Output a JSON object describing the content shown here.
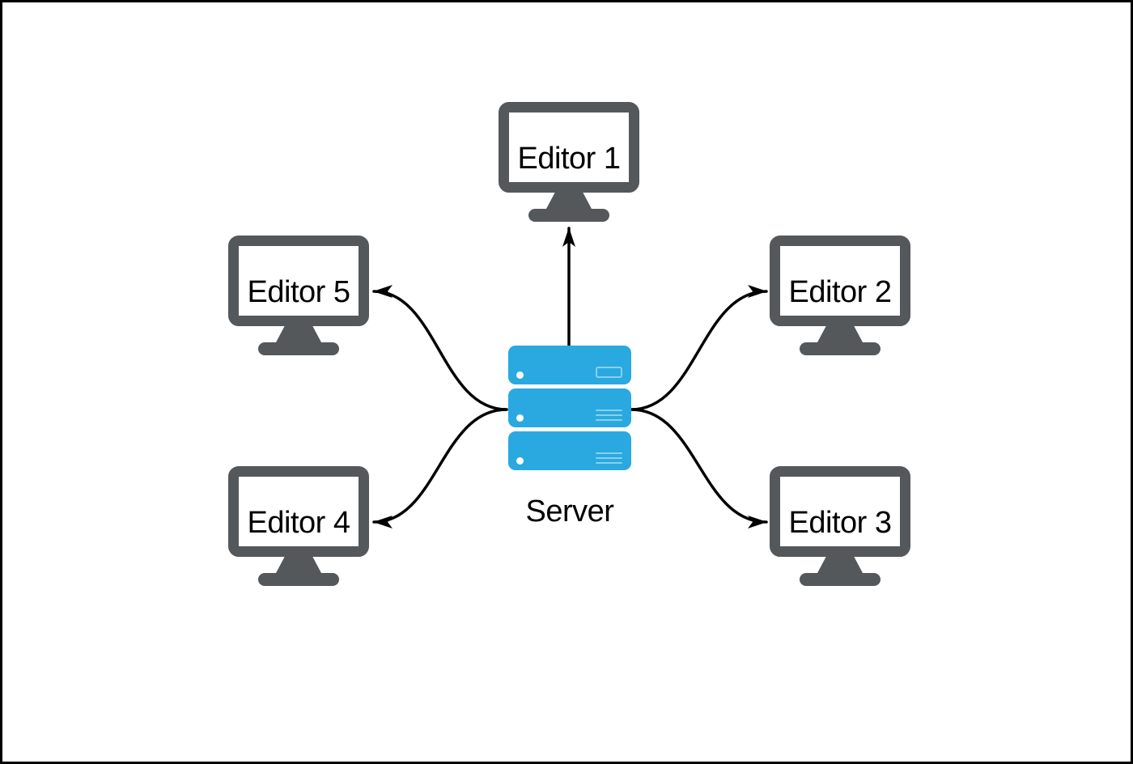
{
  "canvas": {
    "background": "#ffffff",
    "border_color": "#000000"
  },
  "nodes": {
    "editor1": {
      "label": "Editor 1",
      "type": "monitor"
    },
    "editor2": {
      "label": "Editor 2",
      "type": "monitor"
    },
    "editor3": {
      "label": "Editor 3",
      "type": "monitor"
    },
    "editor4": {
      "label": "Editor 4",
      "type": "monitor"
    },
    "editor5": {
      "label": "Editor 5",
      "type": "monitor"
    },
    "server": {
      "label": "Server",
      "type": "server-rack"
    }
  },
  "edges": [
    {
      "from": "server",
      "to": "editor1",
      "arrow": "filled-triangle"
    },
    {
      "from": "server",
      "to": "editor2",
      "arrow": "filled-triangle"
    },
    {
      "from": "server",
      "to": "editor3",
      "arrow": "filled-triangle"
    },
    {
      "from": "server",
      "to": "editor4",
      "arrow": "filled-triangle"
    },
    {
      "from": "server",
      "to": "editor5",
      "arrow": "filled-triangle"
    }
  ],
  "colors": {
    "server_fill": "#29a9e0",
    "monitor_frame": "#54585a",
    "edge_stroke": "#000000",
    "label_text": "#000000"
  }
}
